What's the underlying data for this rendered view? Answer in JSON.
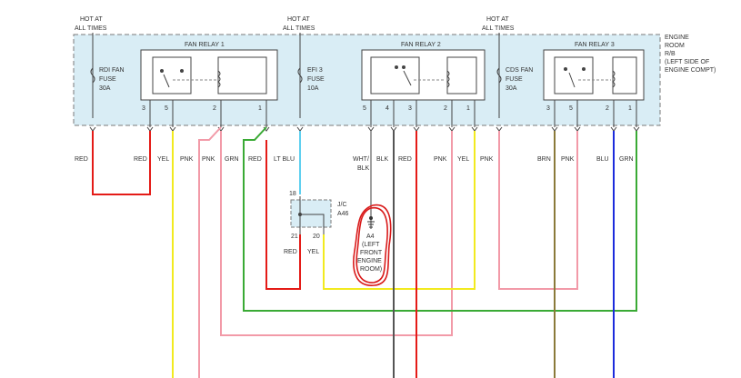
{
  "supply": {
    "hot1": [
      "HOT AT",
      "ALL TIMES"
    ],
    "hot2": [
      "HOT AT",
      "ALL TIMES"
    ],
    "hot3": [
      "HOT AT",
      "ALL TIMES"
    ]
  },
  "engine_room": [
    "ENGINE",
    "ROOM",
    "R/B",
    "(LEFT SIDE OF",
    "ENGINE COMPT)"
  ],
  "relays": {
    "r1": "FAN RELAY 1",
    "r2": "FAN RELAY 2",
    "r3": "FAN RELAY 3"
  },
  "fuses": {
    "rdi": [
      "RDI FAN",
      "FUSE",
      "30A"
    ],
    "efi": [
      "EFI 3",
      "FUSE",
      "10A"
    ],
    "cds": [
      "CDS FAN",
      "FUSE",
      "30A"
    ]
  },
  "pins": {
    "r1": [
      "3",
      "5",
      "2",
      "1"
    ],
    "r2": [
      "5",
      "4",
      "3",
      "2",
      "1"
    ],
    "r3": [
      "3",
      "5",
      "2",
      "1"
    ]
  },
  "wire_labels": {
    "red1": "RED",
    "red2": "RED",
    "yel1": "YEL",
    "pnk1": "PNK",
    "pnk2": "PNK",
    "grn1": "GRN",
    "red3": "RED",
    "ltblu": "LT BLU",
    "whtblk": [
      "WHT/",
      "BLK"
    ],
    "blk": "BLK",
    "red4": "RED",
    "pnk3": "PNK",
    "yel2": "YEL",
    "pnk4": "PNK",
    "brn": "BRN",
    "pnk5": "PNK",
    "blu": "BLU",
    "grn2": "GRN"
  },
  "jc": {
    "label": [
      "J/C",
      "A46"
    ],
    "pin_top": "18",
    "pin_l": "21",
    "pin_r": "20",
    "wire_l": "RED",
    "wire_r": "YEL"
  },
  "ground": [
    "A4",
    "(LEFT",
    "FRONT",
    "ENGINE",
    "ROOM)"
  ],
  "colors": {
    "red": "#e41b17",
    "yellow": "#f2ea1f",
    "pink": "#f29aa8",
    "green": "#3aaa35",
    "ltblue": "#5fd0f0",
    "blue": "#1c2bdc",
    "black": "#555555",
    "brown": "#8a7a3a",
    "grey": "#a0a0a0",
    "annotation": "#d91b1b",
    "room_fill": "#d9edf5"
  }
}
